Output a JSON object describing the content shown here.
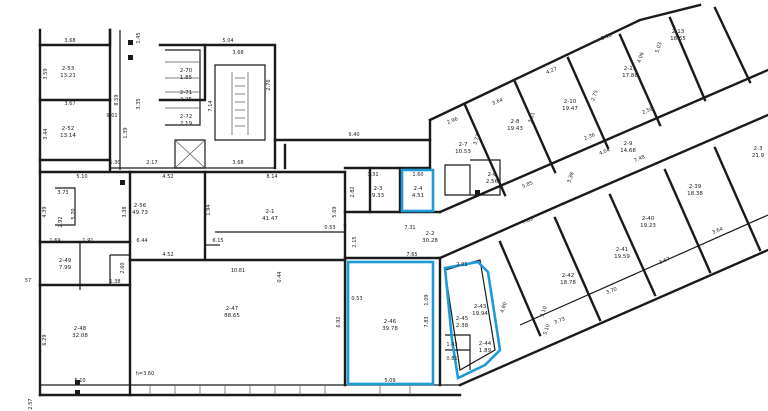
{
  "rooms": [
    {
      "id": "2-53",
      "area": "13.21"
    },
    {
      "id": "2-52",
      "area": "13.14"
    },
    {
      "id": "2-56",
      "area": "49.73"
    },
    {
      "id": "2-49",
      "area": "7.99"
    },
    {
      "id": "2-48",
      "area": "32.08"
    },
    {
      "id": "2-47",
      "area": "88.65"
    },
    {
      "id": "2-1",
      "area": "41.47"
    },
    {
      "id": "2-3",
      "area": "9.33"
    },
    {
      "id": "2-4",
      "area": "4.51"
    },
    {
      "id": "2-2",
      "area": "30.28"
    },
    {
      "id": "2-46",
      "area": "39.78"
    },
    {
      "id": "2-43",
      "area": "19.94"
    },
    {
      "id": "2-45",
      "area": "2.38"
    },
    {
      "id": "2-44",
      "area": "1.89"
    },
    {
      "id": "2-42",
      "area": "18.78"
    },
    {
      "id": "2-41",
      "area": "19.59"
    },
    {
      "id": "2-40",
      "area": "19.23"
    },
    {
      "id": "2-39",
      "area": "18.38"
    },
    {
      "id": "2-9",
      "area": "14.68"
    },
    {
      "id": "2-10",
      "area": "19.47"
    },
    {
      "id": "2-8",
      "area": "19.43"
    },
    {
      "id": "2-7",
      "area": "10.53"
    },
    {
      "id": "2-11",
      "area": "17.88"
    },
    {
      "id": "2-13",
      "area": "18.65"
    },
    {
      "id": "2-6",
      "area": "2.56"
    },
    {
      "id": "2-70",
      "area": "1.85"
    },
    {
      "id": "2-71",
      "area": "2.25"
    },
    {
      "id": "2-72",
      "area": "2.19"
    },
    {
      "id": "2-3",
      "area": "21.9"
    }
  ],
  "dimensions": [
    "3.68",
    "3.67",
    "3.59",
    "3.44",
    "8.59",
    "9.01",
    "3.35",
    "1.39",
    "1.45",
    "5.04",
    "3.68",
    "2.76",
    "7.14",
    "9.40",
    "3.68",
    "1.30",
    "2.17",
    "5.10",
    "4.52",
    "8.14",
    "1.94",
    "5.69",
    "4.39",
    "3.38",
    "2.92",
    "3.73",
    "6.44",
    "6.15",
    "5.70",
    "1.69",
    "1.91",
    "2.60",
    "4.52",
    "10.81",
    "0.44",
    "1.38",
    "6.29",
    "5.10",
    "3.31",
    "1.60",
    "2.82",
    "7.31",
    "0.53",
    "2.15",
    "7.65",
    "0.53",
    "6.92",
    "7.83",
    "5.09",
    "2.01",
    "4.80",
    "5.10",
    "1.43",
    "0.81",
    "3.73",
    "7.83",
    "3.70",
    "3.64",
    "3.67",
    "3.10",
    "4.27",
    "2.75",
    "3.38",
    "3.77",
    "2.96",
    "4.04",
    "7.48",
    "2.36",
    "3.18",
    "5.03",
    "4.06",
    "2.59",
    "5.85",
    "3.64",
    "3.51",
    "1.09",
    "h=3.60",
    "57",
    "2.57"
  ]
}
